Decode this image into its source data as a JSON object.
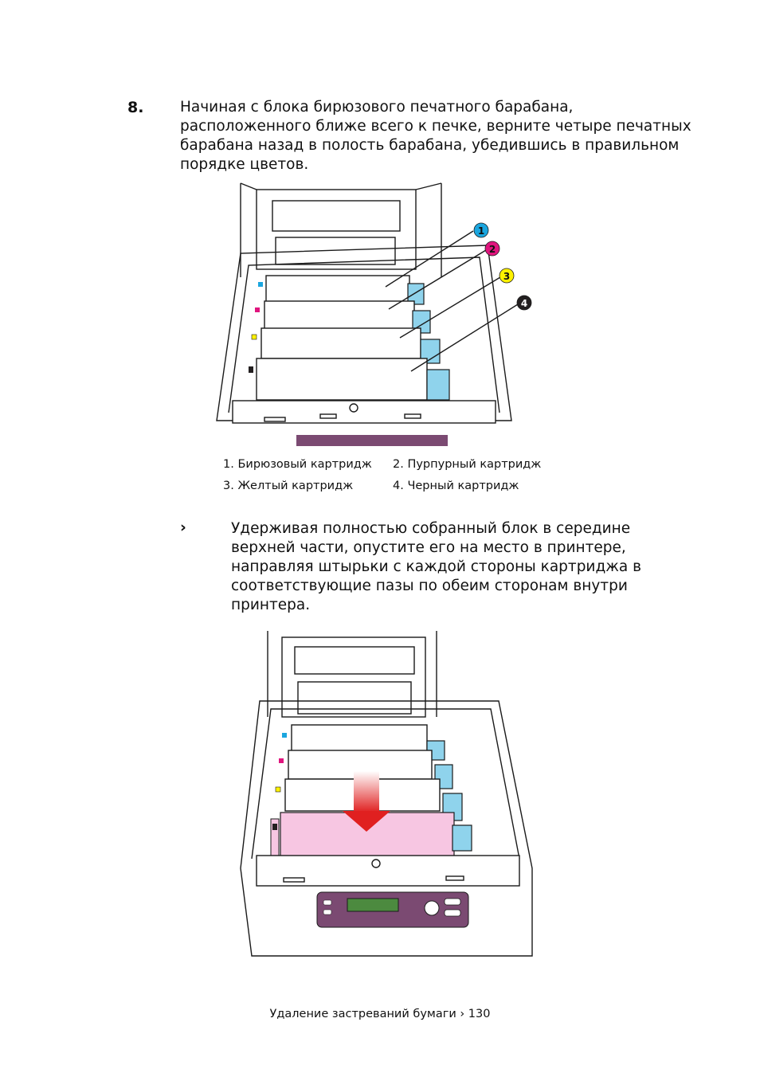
{
  "step": {
    "number": "8.",
    "lines": [
      "Начиная с блока бирюзового печатного барабана,",
      "расположенного ближе всего к печке, верните четыре печатных",
      "барабана назад в полость барабана, убедившись в правильном",
      "порядке цветов."
    ]
  },
  "figure1": {
    "callouts": [
      {
        "num": "1",
        "color": "#1ba6df",
        "text_color": "#111111"
      },
      {
        "num": "2",
        "color": "#e0157e",
        "text_color": "#111111"
      },
      {
        "num": "3",
        "color": "#fff200",
        "text_color": "#111111"
      },
      {
        "num": "4",
        "color": "#231f20",
        "text_color": "#ffffff"
      }
    ],
    "captions": [
      "1. Бирюзовый картридж",
      "2. Пурпурный картридж",
      "3. Желтый картридж",
      "4. Черный картридж"
    ]
  },
  "substep": {
    "bullet": "›",
    "lines": [
      "Удерживая полностью собранный блок в середине",
      "верхней части, опустите его на место в принтере,",
      "направляя штырьки с каждой стороны картриджа в",
      "соответствующие пазы по обеим сторонам внутри",
      "принтера."
    ]
  },
  "footer": {
    "text": "Удаление застреваний бумаги › 130"
  },
  "colors": {
    "cyan": "#8fd3ec",
    "magenta": "#e0157e",
    "yellow": "#fff200",
    "black": "#231f20",
    "pink_cartridge": "#f7c6e2",
    "arrow": "#e02020",
    "panel": "#7b4a72",
    "lcd": "#4c8a3f"
  }
}
